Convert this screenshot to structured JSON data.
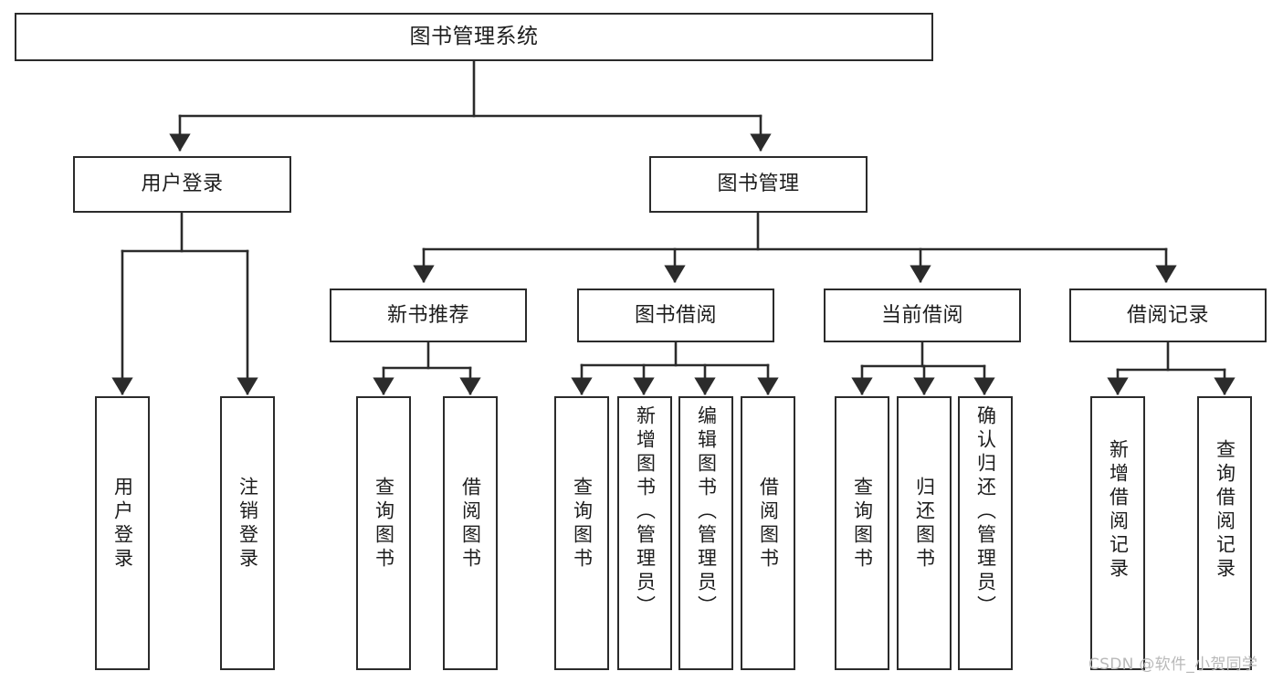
{
  "diagram": {
    "type": "tree-hierarchy-chart",
    "title": "图书管理系统",
    "orientation": "top-down",
    "colors": {
      "box_border": "#2b2b2b",
      "box_fill": "#ffffff",
      "connector": "#2b2b2b",
      "text": "#1d1d1d",
      "watermark": "#b9b9b9",
      "background": "#ffffff"
    },
    "levels": [
      {
        "level": 1,
        "nodes": [
          {
            "id": "root",
            "label": "图书管理系统",
            "text_direction": "horizontal"
          }
        ]
      },
      {
        "level": 2,
        "nodes": [
          {
            "id": "user-login",
            "label": "用户登录",
            "text_direction": "horizontal",
            "parent": "root"
          },
          {
            "id": "book-manage",
            "label": "图书管理",
            "text_direction": "horizontal",
            "parent": "root"
          }
        ]
      },
      {
        "level": 3,
        "nodes": [
          {
            "id": "new-book-rec",
            "label": "新书推荐",
            "text_direction": "horizontal",
            "parent": "book-manage"
          },
          {
            "id": "book-borrow",
            "label": "图书借阅",
            "text_direction": "horizontal",
            "parent": "book-manage"
          },
          {
            "id": "current-borrow",
            "label": "当前借阅",
            "text_direction": "horizontal",
            "parent": "book-manage"
          },
          {
            "id": "borrow-record",
            "label": "借阅记录",
            "text_direction": "horizontal",
            "parent": "book-manage"
          }
        ]
      },
      {
        "level": 4,
        "nodes": [
          {
            "id": "leaf-user-login",
            "label": "用户登录",
            "text_direction": "vertical",
            "parent": "user-login"
          },
          {
            "id": "leaf-logout",
            "label": "注销登录",
            "text_direction": "vertical",
            "parent": "user-login"
          },
          {
            "id": "leaf-query-book-1",
            "label": "查询图书",
            "text_direction": "vertical",
            "parent": "new-book-rec"
          },
          {
            "id": "leaf-borrow-book-1",
            "label": "借阅图书",
            "text_direction": "vertical",
            "parent": "new-book-rec"
          },
          {
            "id": "leaf-query-book-2",
            "label": "查询图书",
            "text_direction": "vertical",
            "parent": "book-borrow"
          },
          {
            "id": "leaf-add-book",
            "label": "新增图书（管理员）",
            "text_direction": "vertical",
            "parent": "book-borrow"
          },
          {
            "id": "leaf-edit-book",
            "label": "编辑图书（管理员）",
            "text_direction": "vertical",
            "parent": "book-borrow"
          },
          {
            "id": "leaf-borrow-book-2",
            "label": "借阅图书",
            "text_direction": "vertical",
            "parent": "book-borrow"
          },
          {
            "id": "leaf-query-book-3",
            "label": "查询图书",
            "text_direction": "vertical",
            "parent": "current-borrow"
          },
          {
            "id": "leaf-return-book",
            "label": "归还图书",
            "text_direction": "vertical",
            "parent": "current-borrow"
          },
          {
            "id": "leaf-confirm-return",
            "label": "确认归还（管理员）",
            "text_direction": "vertical",
            "parent": "current-borrow"
          },
          {
            "id": "leaf-add-record",
            "label": "新增借阅记录",
            "text_direction": "vertical",
            "parent": "borrow-record"
          },
          {
            "id": "leaf-query-record",
            "label": "查询借阅记录",
            "text_direction": "vertical",
            "parent": "borrow-record"
          }
        ]
      }
    ],
    "watermark": "CSDN @软件_小贺同学"
  }
}
